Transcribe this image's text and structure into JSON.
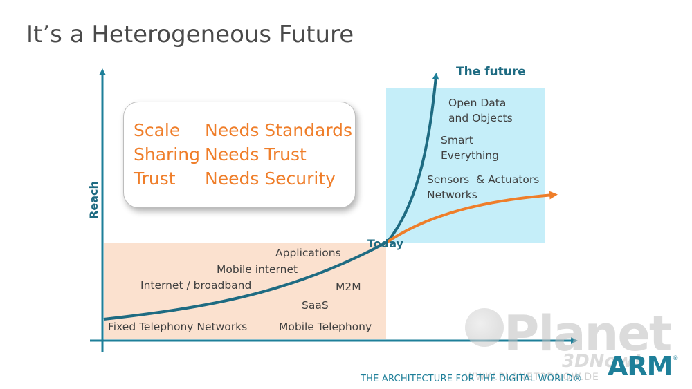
{
  "title": "It’s a Heterogeneous Future",
  "diagram": {
    "y_axis_label": "Reach",
    "today_label": "Today",
    "future_heading": "The future",
    "past_labels": [
      "Applications",
      "Mobile internet",
      "Internet / broadband",
      "M2M",
      "SaaS",
      "Fixed Telephony Networks",
      "Mobile Telephony"
    ],
    "future_labels": [
      "Open Data\nand Objects",
      "Smart\nEverything",
      "Sensors  & Actuators\nNetworks"
    ],
    "callout": [
      {
        "key": "Scale",
        "value": "Needs Standards"
      },
      {
        "key": "Sharing",
        "value": "Needs Trust"
      },
      {
        "key": "Trust",
        "value": "Needs Security"
      }
    ],
    "colors": {
      "axis": "#1e7f99",
      "curve_steep": "#1e7f99",
      "curve_gentle": "#ef7e2a",
      "past_region": "#fbe1cf",
      "future_region": "#c5eef9",
      "callout_text": "#ef7e2a"
    }
  },
  "footer": {
    "tagline": "THE ARCHITECTURE FOR THE DIGITAL WORLD",
    "trademark": "®",
    "brand": "ARM",
    "brand_mark": "®"
  },
  "watermark": {
    "text": "Planet",
    "sub": "3DNow!",
    "url": "WWW.PLANET3DNOW.DE"
  }
}
